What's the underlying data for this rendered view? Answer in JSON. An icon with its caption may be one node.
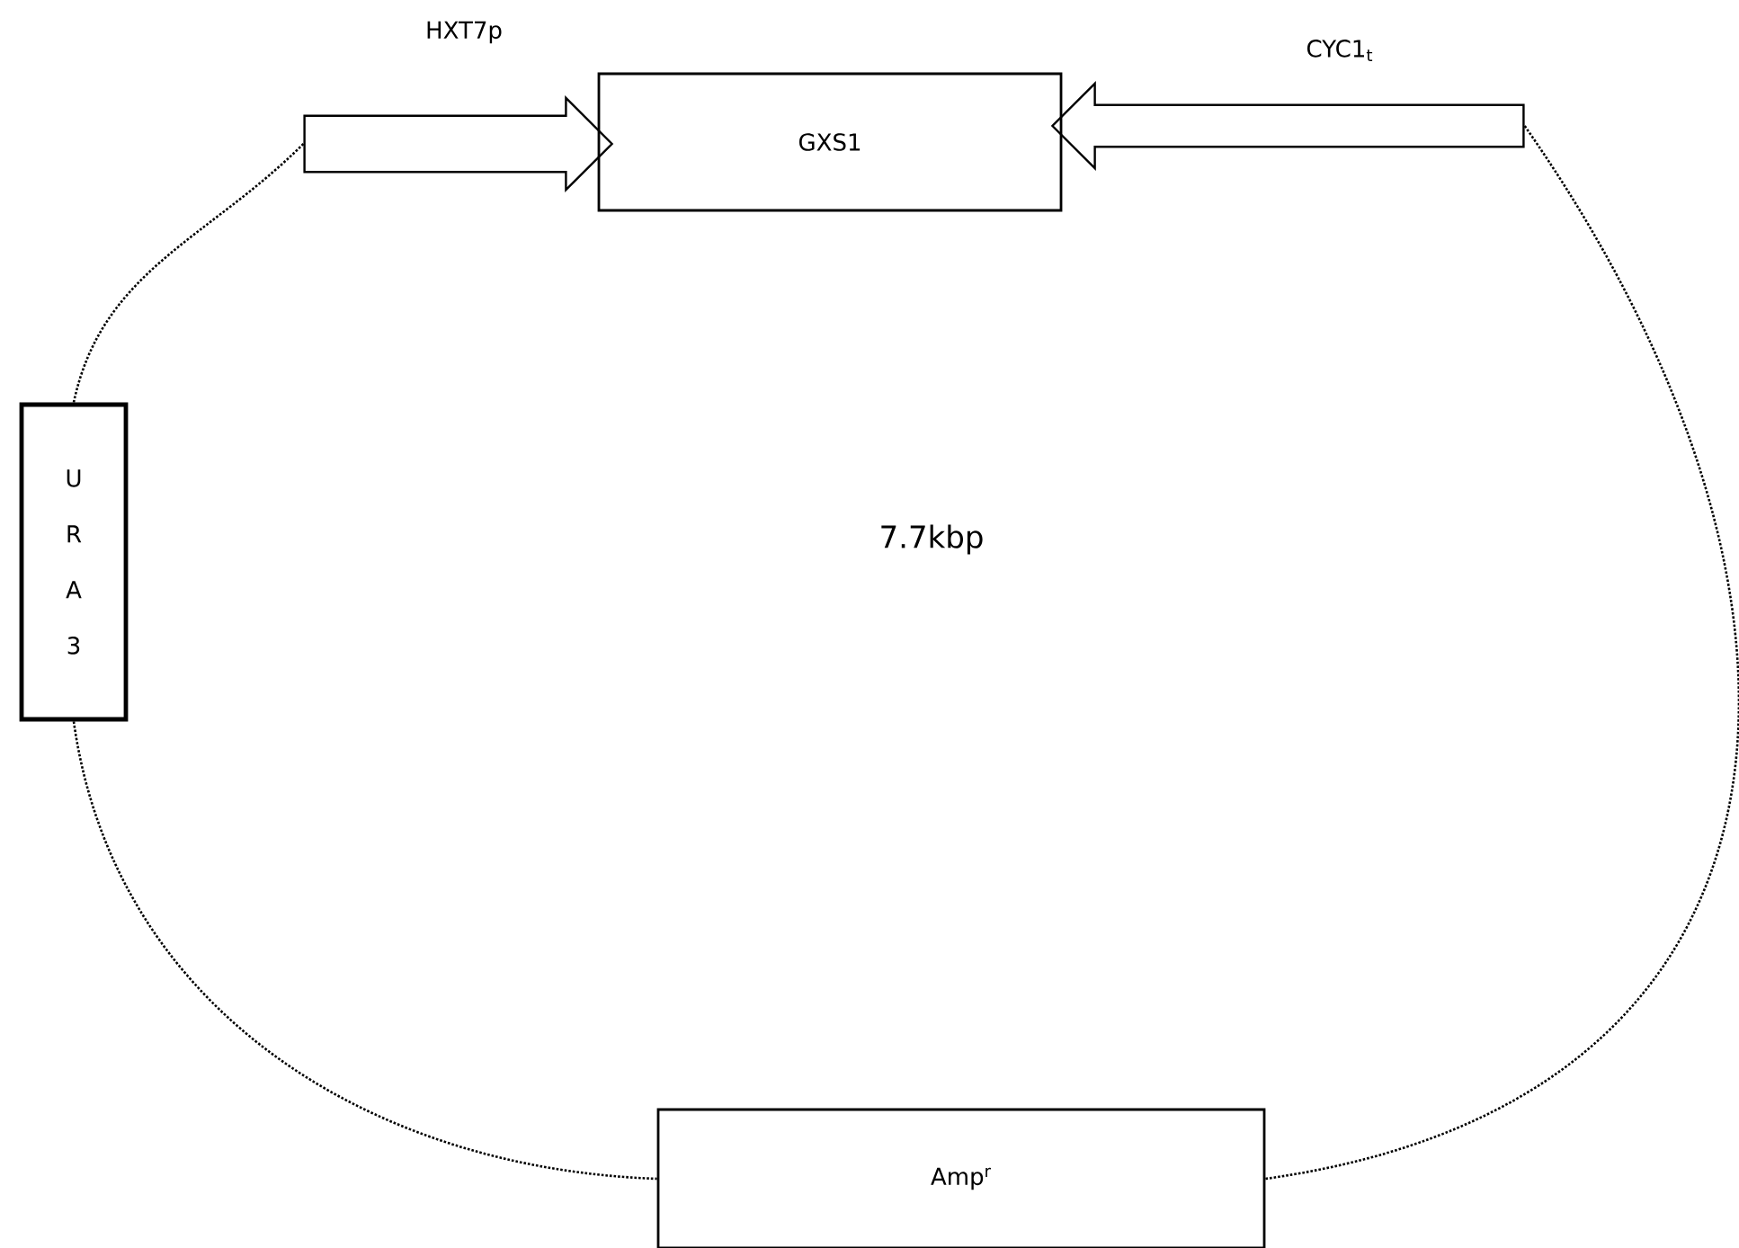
{
  "diagram": {
    "nodes": [
      {
        "text": [
          "HXT7p"
        ]
      },
      {
        "text": [
          "GXS1"
        ]
      },
      {
        "text": [
          "CYC1$_{t}$"
        ]
      },
      {
        "text": [
          "U R A 3"
        ]
      },
      {
        "text": [
          "Amp$^{r}$"
        ]
      }
    ],
    "edges": [
      {
        "from": 0,
        "to": 3,
        "arrow": "none",
        "style": "dashed"
      },
      {
        "from": 3,
        "to": 4,
        "arrow": "none",
        "style": "dashed"
      },
      {
        "from": 4,
        "to": 2,
        "arrow": "none",
        "style": "dashed"
      }
    ],
    "labels": [
      "7.7kbp"
    ]
  }
}
